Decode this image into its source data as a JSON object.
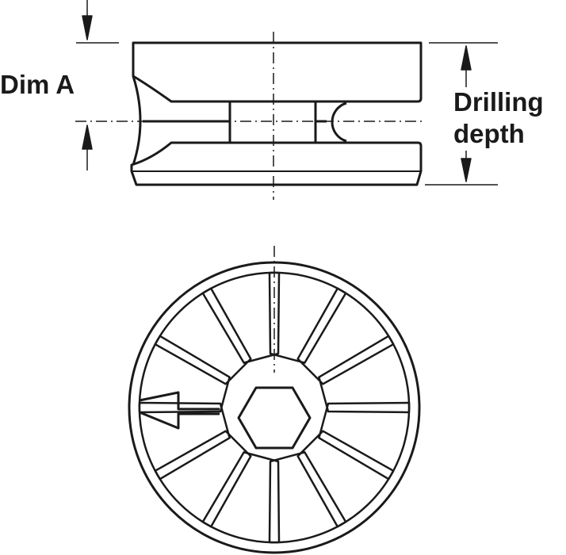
{
  "labels": {
    "dim_a": "Dim A",
    "drilling_depth_line1": "Drilling",
    "drilling_depth_line2": "depth"
  },
  "colors": {
    "stroke": "#1a1a1a",
    "background": "#ffffff"
  },
  "top_view": {
    "segment_count": 12
  }
}
